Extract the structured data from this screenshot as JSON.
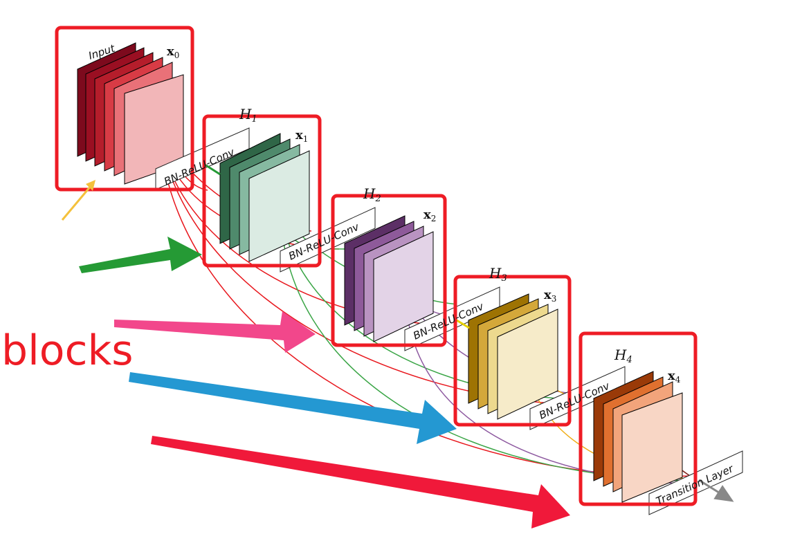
{
  "labels": {
    "input": "Input",
    "blocks": "blocks",
    "transition": "Transition Layer"
  },
  "layers": [
    {
      "x_base": "x",
      "x_sub": "0",
      "h_base": "",
      "h_sub": "",
      "op": ""
    },
    {
      "x_base": "x",
      "x_sub": "1",
      "h_base": "H",
      "h_sub": "1",
      "op": "BN-ReLU-Conv"
    },
    {
      "x_base": "x",
      "x_sub": "2",
      "h_base": "H",
      "h_sub": "2",
      "op": "BN-ReLU-Conv"
    },
    {
      "x_base": "x",
      "x_sub": "3",
      "h_base": "H",
      "h_sub": "3",
      "op": "BN-ReLU-Conv"
    },
    {
      "x_base": "x",
      "x_sub": "4",
      "h_base": "H",
      "h_sub": "4",
      "op": "BN-ReLU-Conv"
    }
  ],
  "colors": {
    "highlight_box": "#ee1c25",
    "blocks_text": "#ee1c25",
    "arrow_green": "#259a35",
    "arrow_pink": "#f2478b",
    "arrow_blue": "#2498d2",
    "arrow_red": "#f0193a",
    "arrow_yellow": "#f4c13c",
    "layer0": [
      "#7d0a1d",
      "#9a0f22",
      "#b51d2b",
      "#d83b45",
      "#e97178",
      "#f2b6b8"
    ],
    "layer1": [
      "#2f6647",
      "#4f8a6c",
      "#86b9a1",
      "#b7d8ca",
      "#dbebe3"
    ],
    "layer2": [
      "#5c2f66",
      "#8e5a9a",
      "#b993c1",
      "#e3d3e7"
    ],
    "layer3": [
      "#9e7303",
      "#d4a83a",
      "#edd98e",
      "#f6ebc9"
    ],
    "layer4": [
      "#9a3a08",
      "#e0702f",
      "#f2a47b",
      "#f8d6c5"
    ],
    "curve_red": "#e8171d",
    "curve_green": "#3aa546",
    "curve_purple": "#8e5aa0",
    "curve_orange": "#f0ad17",
    "curve_brown": "#7d1c14"
  }
}
